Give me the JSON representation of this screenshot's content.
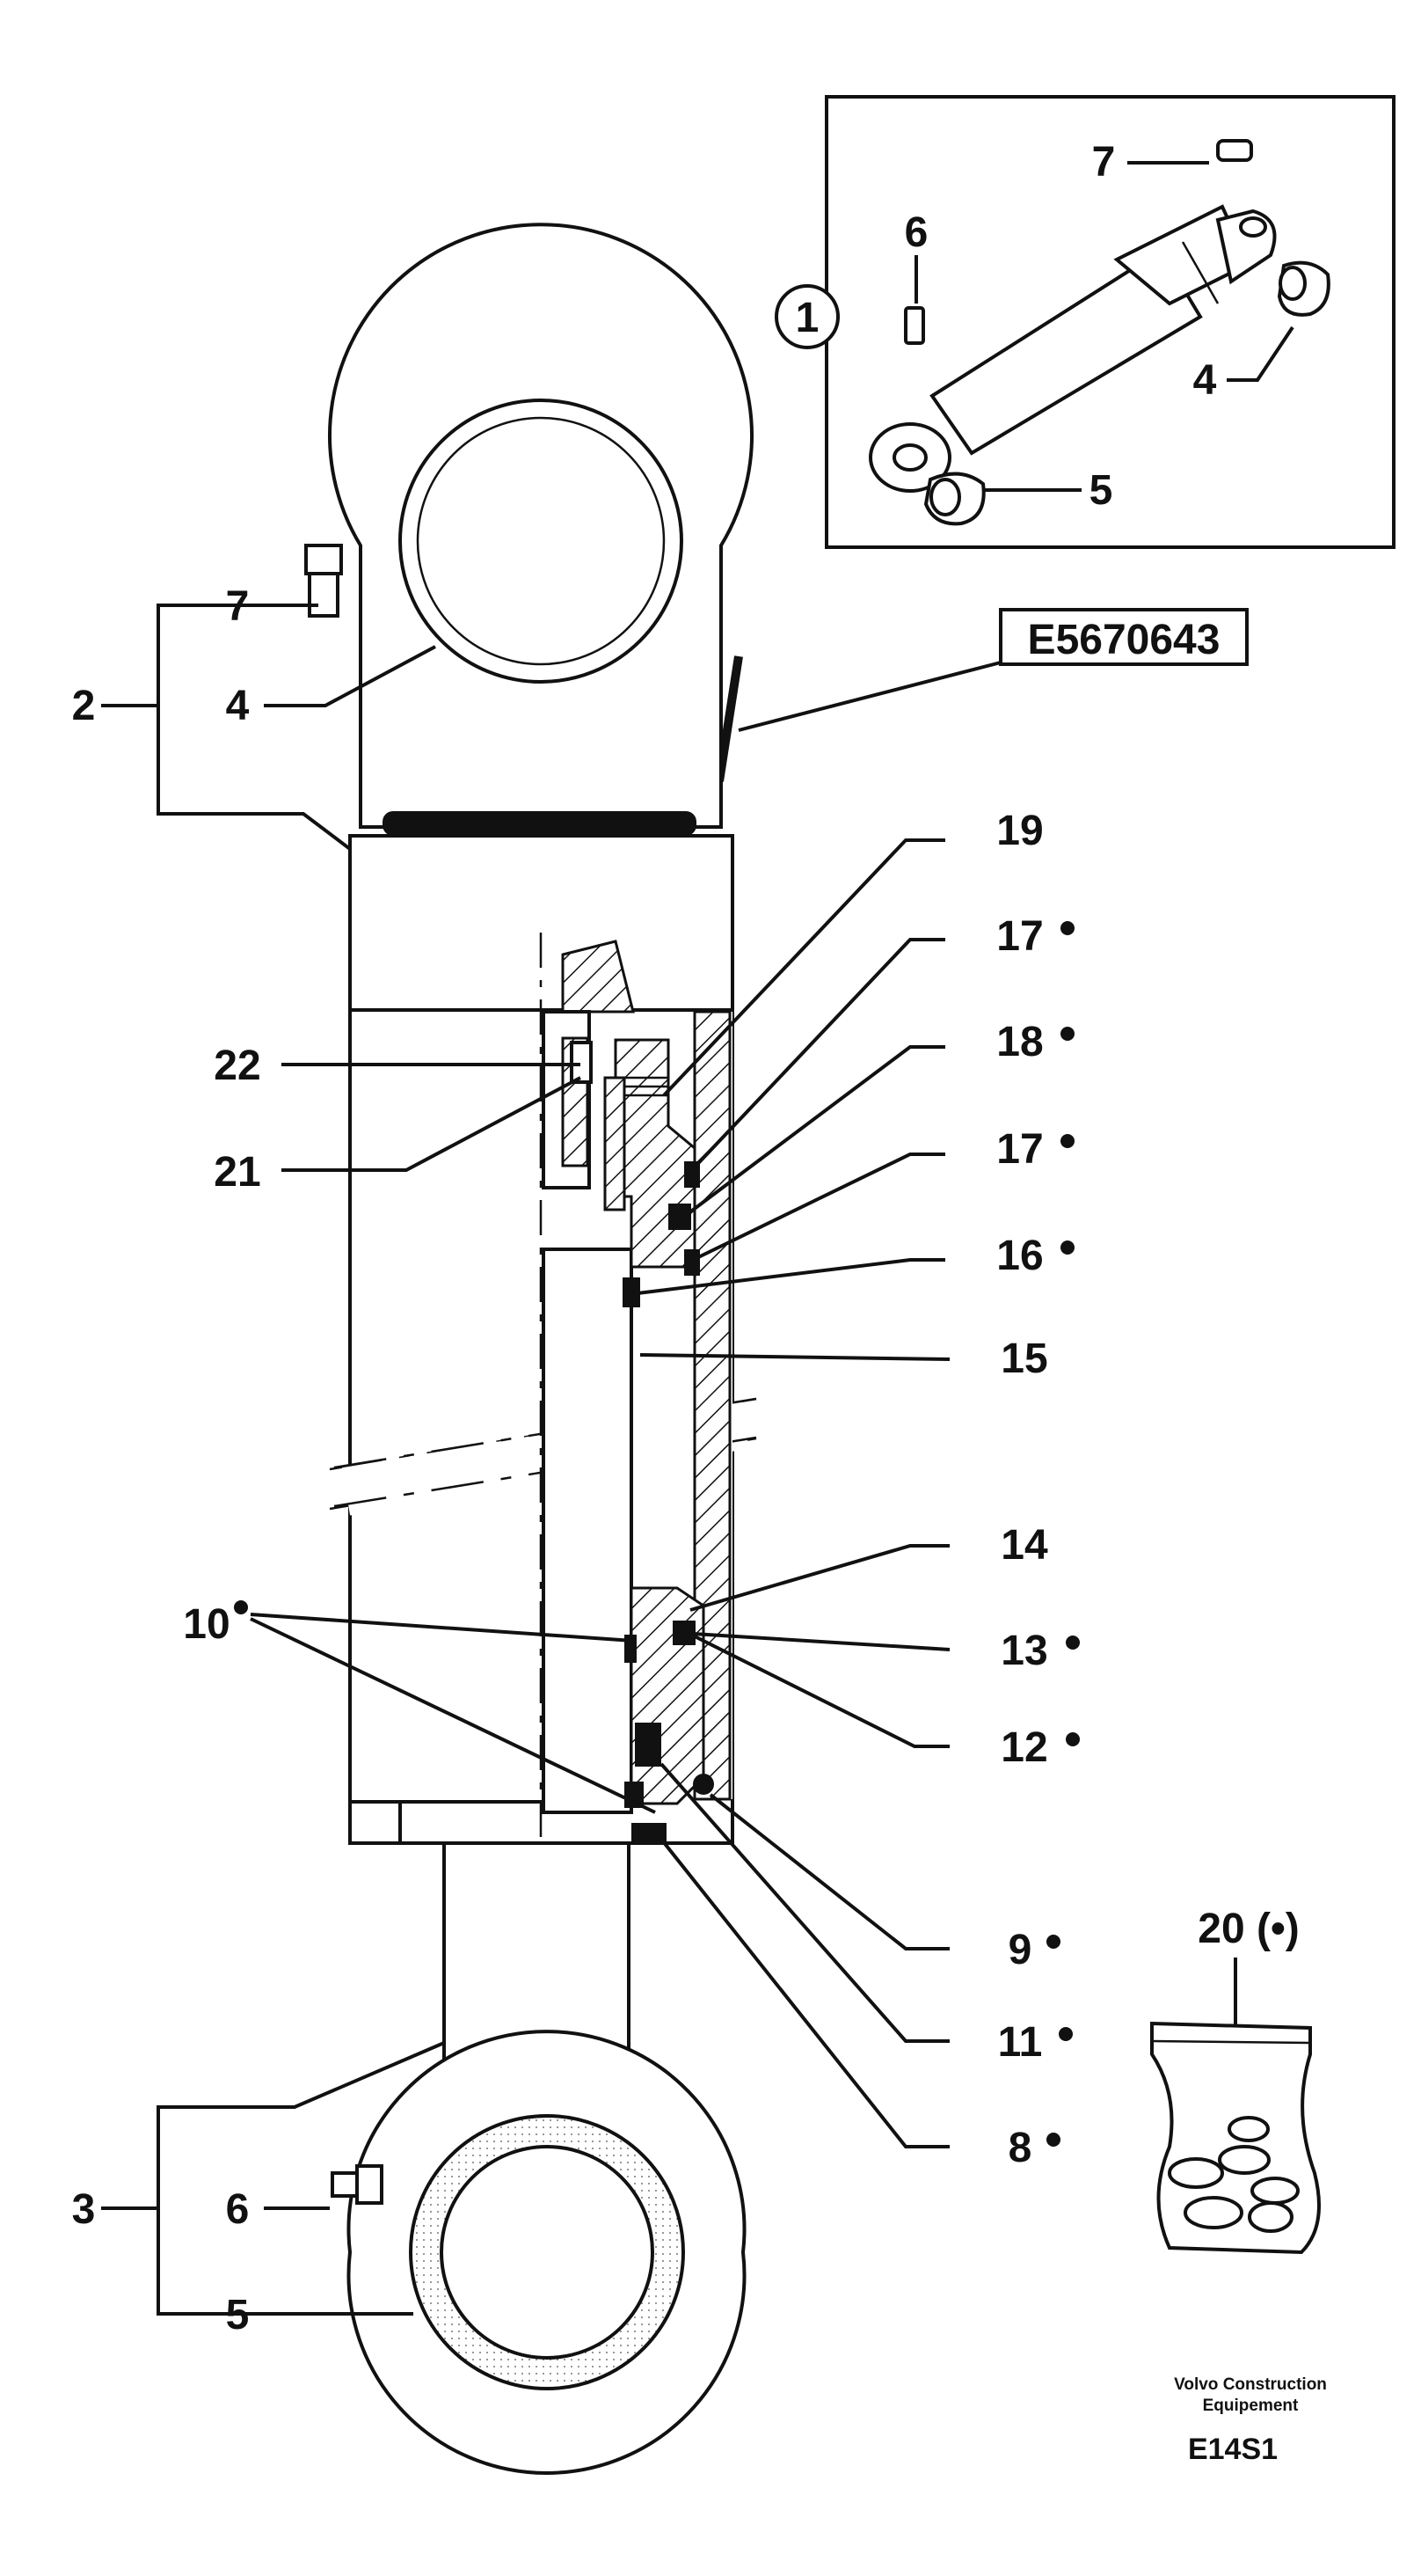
{
  "labels": {
    "p1": "1",
    "p2": "2",
    "p3": "3",
    "p4_main": "4",
    "p4_inset": "4",
    "p5_main": "5",
    "p5_inset": "5",
    "p6_main": "6",
    "p6_inset": "6",
    "p7_main": "7",
    "p7_inset": "7",
    "p8": "8",
    "p9": "9",
    "p10": "10",
    "p11": "11",
    "p12": "12",
    "p13": "13",
    "p14": "14",
    "p15": "15",
    "p16": "16",
    "p17a": "17",
    "p17b": "17",
    "p18": "18",
    "p19": "19",
    "p20": "20 (•)",
    "p21": "21",
    "p22": "22"
  },
  "part_number": "E5670643",
  "footer": {
    "brand_line1": "Volvo Construction",
    "brand_line2": "Equipement",
    "code": "E14S1"
  },
  "icons": {
    "kit_marker": "filled-dot",
    "inset_callout": "circled-number"
  }
}
